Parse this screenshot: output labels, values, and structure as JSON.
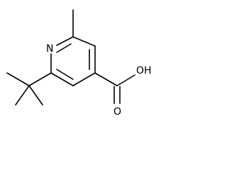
{
  "molecule": {
    "atoms": {
      "nitrogen": "N",
      "hydroxyl": "OH",
      "carbonyl_oxygen": "O"
    }
  }
}
